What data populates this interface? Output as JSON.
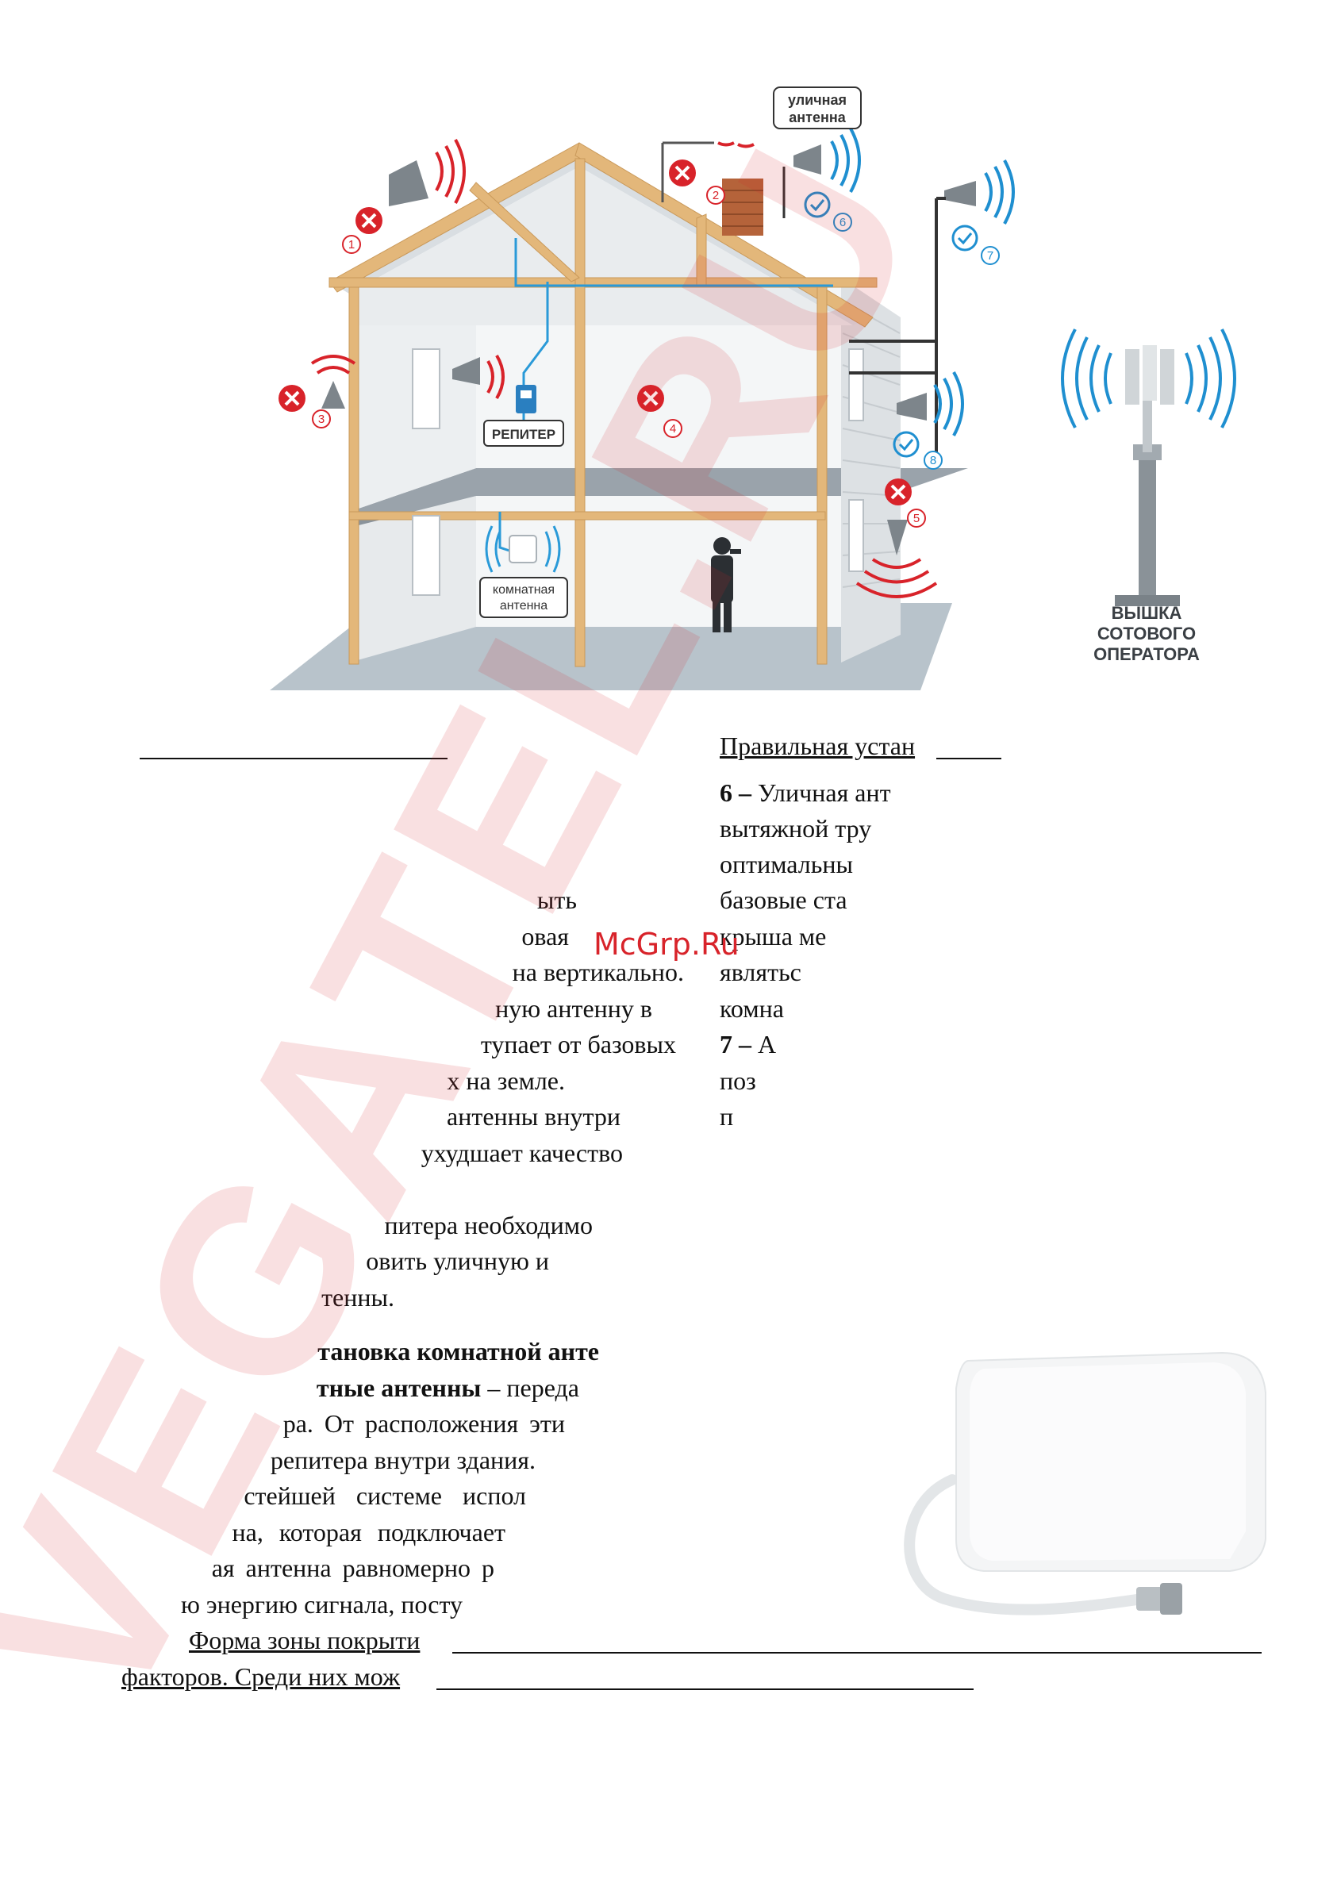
{
  "illustration": {
    "labels": {
      "outdoor_antenna_line1": "уличная",
      "outdoor_antenna_line2": "антенна",
      "repeater": "РЕПИТЕР",
      "indoor_antenna_line1": "комнатная",
      "indoor_antenna_line2": "антенна",
      "tower_line1": "ВЫШКА",
      "tower_line2": "СОТОВОГО",
      "tower_line3": "ОПЕРАТОРА"
    },
    "markers": [
      "1",
      "2",
      "3",
      "4",
      "5",
      "6",
      "7",
      "8"
    ],
    "colors": {
      "wrong": "#d8232a",
      "correct": "#1f8fd0",
      "cable": "#2a9ad8"
    }
  },
  "watermarks": {
    "main": "VEGATEL.RU",
    "site": "McGrp.Ru"
  },
  "left_column": [
    "ыть",
    "овая",
    "на вертикально.",
    "ную антенну в",
    "тупает от базовых",
    "х на земле.",
    "антенны внутри",
    "ухудшает качество",
    "питера необходимо",
    "овить уличную и",
    "тенны."
  ],
  "right_column": {
    "heading": "Правильная устан",
    "item6_number": "6 –",
    "item6_text": "Уличная ант",
    "lines": [
      "вытяжной тру",
      "оптимальны",
      "базовые ста",
      "крыша ме",
      "являтьс",
      "комна"
    ],
    "item7_number": "7 –",
    "item7_text": "А",
    "lines2": [
      "поз",
      "п"
    ]
  },
  "section": {
    "heading_bold": "тановка комнатной анте",
    "line1_bold": "тные антенны",
    "line1_rest": " – переда",
    "lines": [
      "ра. От расположения эти",
      "репитера внутри здания.",
      "стейшей системе испол",
      "на, которая подключает",
      "ая антенна равномерно р",
      "ю энергию сигнала, посту",
      "Форма зоны покрыти",
      "факторов. Среди них мож"
    ]
  }
}
